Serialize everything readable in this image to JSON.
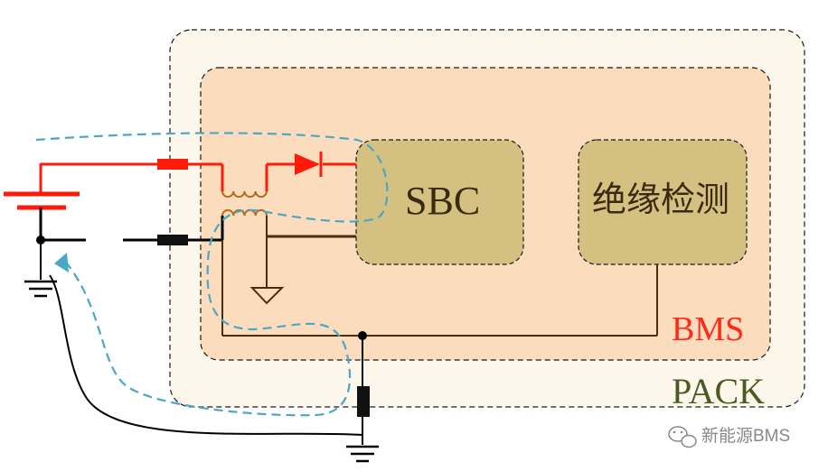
{
  "labels": {
    "sbc": "SBC",
    "isolation": "绝缘检测",
    "bms": "BMS",
    "pack": "PACK",
    "watermark": "新能源BMS"
  },
  "colors": {
    "pack_fill": "#fdf6ea",
    "bms_fill": "#fbdcbd",
    "block_fill": "#d4c080",
    "positive_wire": "#ff1a0a",
    "negative_wire": "#000000",
    "signal_wire": "#4a2e10",
    "leakage_path": "#4aa7c6",
    "coil": "#b56a1e"
  },
  "icons": {
    "battery": "battery-icon",
    "ground": "ground-icon",
    "diode": "diode-icon",
    "transformer": "transformer-icon",
    "fuse": "fuse-icon",
    "resistor": "resistor-icon",
    "watermark_logo": "wechat-icon"
  }
}
